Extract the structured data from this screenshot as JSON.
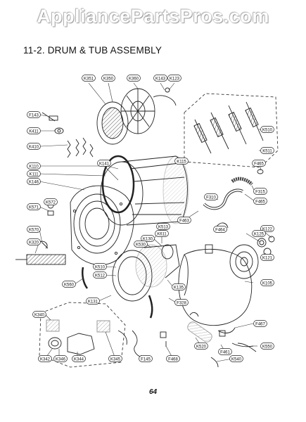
{
  "watermark": "AppliancePartsPros.com",
  "title": "11-2. DRUM & TUB ASSEMBLY",
  "page_number": "64",
  "parts": [
    {
      "id": "K351",
      "label": "K351"
    },
    {
      "id": "K350",
      "label": "K350"
    },
    {
      "id": "K360",
      "label": "K360"
    },
    {
      "id": "K143",
      "label": "K143"
    },
    {
      "id": "K123",
      "label": "K123"
    },
    {
      "id": "F143",
      "label": "F143"
    },
    {
      "id": "K411",
      "label": "K411"
    },
    {
      "id": "K410",
      "label": "K410"
    },
    {
      "id": "K510",
      "label": "K510"
    },
    {
      "id": "K511",
      "label": "K511"
    },
    {
      "id": "F465",
      "label": "F465"
    },
    {
      "id": "K110",
      "label": "K110"
    },
    {
      "id": "K141",
      "label": "K141"
    },
    {
      "id": "K115",
      "label": "K115"
    },
    {
      "id": "K111",
      "label": "K111"
    },
    {
      "id": "K146",
      "label": "K146"
    },
    {
      "id": "F310",
      "label": "F310"
    },
    {
      "id": "F315",
      "label": "F315"
    },
    {
      "id": "F465b",
      "label": "F465"
    },
    {
      "id": "K572",
      "label": "K572"
    },
    {
      "id": "K571",
      "label": "K571"
    },
    {
      "id": "F463",
      "label": "F463"
    },
    {
      "id": "F464",
      "label": "F464"
    },
    {
      "id": "K513",
      "label": "K513"
    },
    {
      "id": "K611",
      "label": "K611"
    },
    {
      "id": "K122",
      "label": "K122"
    },
    {
      "id": "K125",
      "label": "K125"
    },
    {
      "id": "K570",
      "label": "K570"
    },
    {
      "id": "K130",
      "label": "K130"
    },
    {
      "id": "K530",
      "label": "K530"
    },
    {
      "id": "K320",
      "label": "K320"
    },
    {
      "id": "K121",
      "label": "K121"
    },
    {
      "id": "K510b",
      "label": "K510"
    },
    {
      "id": "K512",
      "label": "K512"
    },
    {
      "id": "K105",
      "label": "K105"
    },
    {
      "id": "K560",
      "label": "K560"
    },
    {
      "id": "K135",
      "label": "K135"
    },
    {
      "id": "K131",
      "label": "K131"
    },
    {
      "id": "F328",
      "label": "F328"
    },
    {
      "id": "K340",
      "label": "K340"
    },
    {
      "id": "F467",
      "label": "F467"
    },
    {
      "id": "K520",
      "label": "K520"
    },
    {
      "id": "F461",
      "label": "F461"
    },
    {
      "id": "K550",
      "label": "K550"
    },
    {
      "id": "K540",
      "label": "K540"
    },
    {
      "id": "K342",
      "label": "K342"
    },
    {
      "id": "K346",
      "label": "K346"
    },
    {
      "id": "K344",
      "label": "K344"
    },
    {
      "id": "K345",
      "label": "K345"
    },
    {
      "id": "F145",
      "label": "F145"
    },
    {
      "id": "F468",
      "label": "F468"
    }
  ]
}
